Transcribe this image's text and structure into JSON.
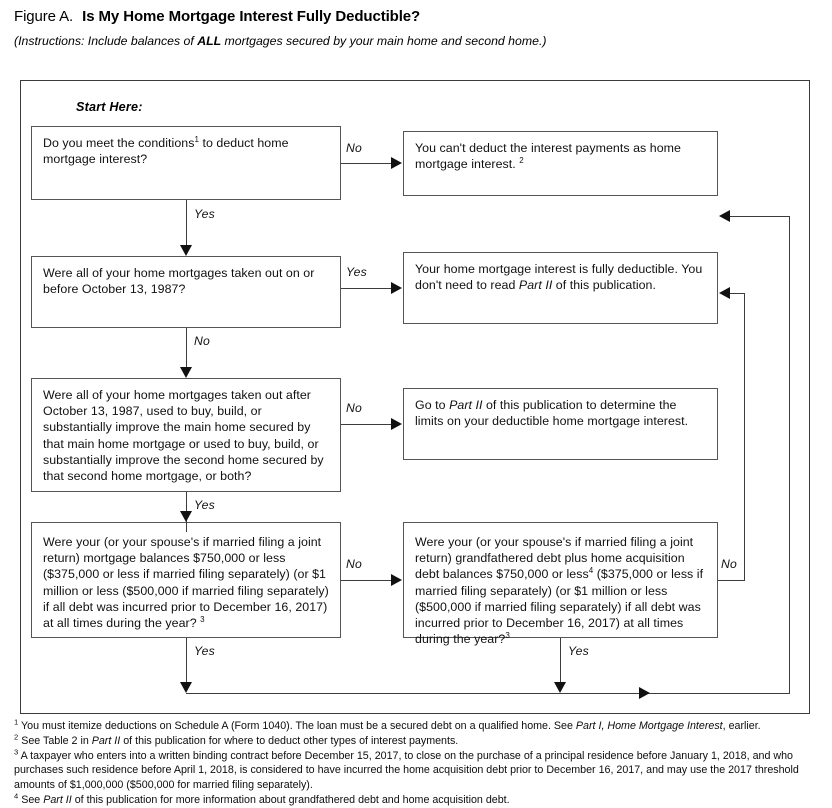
{
  "header": {
    "figure_label": "Figure A.",
    "title": "Is My Home Mortgage Interest Fully Deductible?",
    "instructions_pre": "(Instructions: Include balances of ",
    "instructions_bold": "ALL",
    "instructions_post": " mortgages secured by your main home and second home.)"
  },
  "chart": {
    "start_here": "Start Here:",
    "boxes": {
      "q1": {
        "name": "conditions-question",
        "text_pre": "Do you meet the conditions",
        "sup": "1",
        "text_post": " to deduct home mortgage interest?"
      },
      "a1": {
        "name": "cannot-deduct-result",
        "text_pre": "You can't deduct the interest payments as home mortgage interest.",
        "sup": "2",
        "text_post": ""
      },
      "q2": {
        "name": "taken-out-before-1987-question",
        "text": "Were all of your home mortgages taken out on or before October 13, 1987?"
      },
      "a2": {
        "name": "fully-deductible-result",
        "text_pre": "Your home mortgage interest is fully deductible. You don't need to read ",
        "italic": "Part II",
        "text_post": " of this publication."
      },
      "q3": {
        "name": "used-to-buy-build-improve-question",
        "text": "Were all of your home mortgages taken out after October 13, 1987, used to buy, build, or substantially improve the main home secured by that main home mortgage or used to buy, build, or substantially improve the second home secured by that second home mortgage, or both?"
      },
      "a3": {
        "name": "go-to-part-ii-result",
        "text_pre": "Go to ",
        "italic": "Part II",
        "text_post": " of this publication to determine the limits on your deductible home mortgage interest."
      },
      "q4": {
        "name": "mortgage-balances-question",
        "text_pre": "Were your (or your spouse's if married filing a joint return) mortgage balances $750,000 or less ($375,000 or less if married filing separately) (or $1 million or less ($500,000 if married filing separately) if all debt was incurred prior to December 16, 2017) at all times during the year?",
        "sup": "3",
        "text_post": ""
      },
      "q5": {
        "name": "grandfathered-debt-question",
        "seg1": "Were your (or your spouse's if married filing a joint return) grandfathered debt plus home acquisition debt balances $750,000 or less",
        "sup1": "4",
        "seg2": " ($375,000 or less if married filing separately) (or $1 million or less ($500,000 if married filing separately) if all debt was incurred prior to December 16, 2017) at all times during the year?",
        "sup2": "3"
      }
    },
    "labels": {
      "q1_no": "No",
      "q1_yes": "Yes",
      "q2_yes": "Yes",
      "q2_no": "No",
      "q3_no": "No",
      "q3_yes": "Yes",
      "q4_no": "No",
      "q4_yes": "Yes",
      "q5_no": "No",
      "q5_yes": "Yes"
    }
  },
  "footnotes": [
    {
      "num": "1",
      "pre": "You must itemize deductions on Schedule A (Form 1040). The loan must be a secured debt on a qualified home. See ",
      "italic": "Part I, Home Mortgage Interest",
      "post": ", earlier."
    },
    {
      "num": "2",
      "pre": "See Table 2 in ",
      "italic": "Part II",
      "post": " of this publication for where to deduct other types of interest payments."
    },
    {
      "num": "3",
      "pre": "A taxpayer who enters into a written binding contract before December 15, 2017, to close on the purchase of a principal residence before January 1, 2018, and who purchases such residence before April 1, 2018, is considered to have incurred the home acquisition debt prior to December 16, 2017, and may use the 2017 threshold amounts of $1,000,000 ($500,000 for married filing separately).",
      "italic": "",
      "post": ""
    },
    {
      "num": "4",
      "pre": "See ",
      "italic": "Part II",
      "post": " of this publication for more information about grandfathered debt and home acquisition debt."
    }
  ],
  "colors": {
    "frame": "#3a3a3a",
    "box_border": "#555555",
    "line": "#3c3c3c",
    "text": "#000000"
  }
}
